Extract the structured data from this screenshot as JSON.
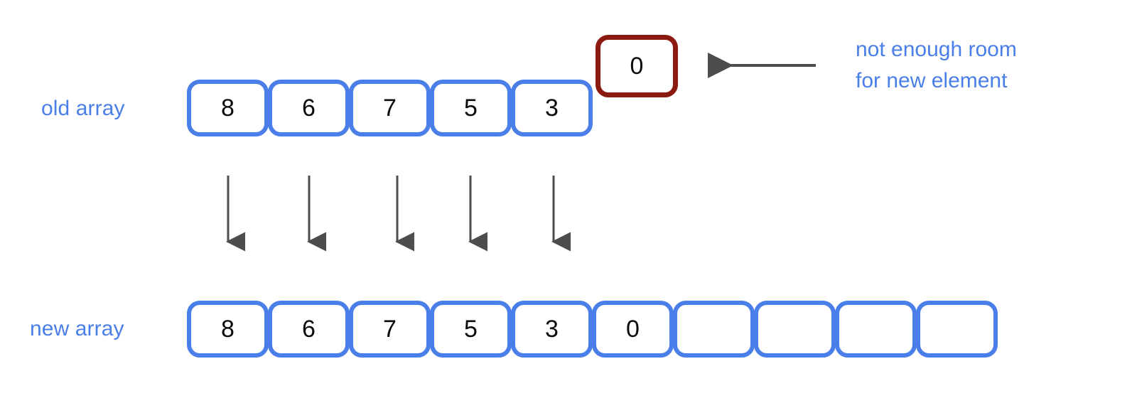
{
  "diagram": {
    "title": "array resize / copy diagram",
    "colors": {
      "array_border": "#4a7ee8",
      "new_element_border": "#8b1a10",
      "label_text": "#4a7ee8",
      "cell_text": "#0a0a0a",
      "arrow": "#4d4d4d",
      "background": "#ffffff"
    }
  },
  "old_array": {
    "label": "old array",
    "cells": [
      {
        "value": "8"
      },
      {
        "value": "6"
      },
      {
        "value": "7"
      },
      {
        "value": "5"
      },
      {
        "value": "3"
      }
    ],
    "capacity": 5
  },
  "new_element": {
    "value": "0",
    "highlight": true
  },
  "annotation": {
    "line1": "not enough room",
    "line2": "for new element",
    "arrow_icon": "arrow-left-icon"
  },
  "copy_arrows": {
    "icon": "arrow-down-icon",
    "count": 5
  },
  "new_array": {
    "label": "new array",
    "cells": [
      {
        "value": "8"
      },
      {
        "value": "6"
      },
      {
        "value": "7"
      },
      {
        "value": "5"
      },
      {
        "value": "3"
      },
      {
        "value": "0"
      },
      {
        "value": ""
      },
      {
        "value": ""
      },
      {
        "value": ""
      },
      {
        "value": ""
      }
    ],
    "capacity": 10
  }
}
